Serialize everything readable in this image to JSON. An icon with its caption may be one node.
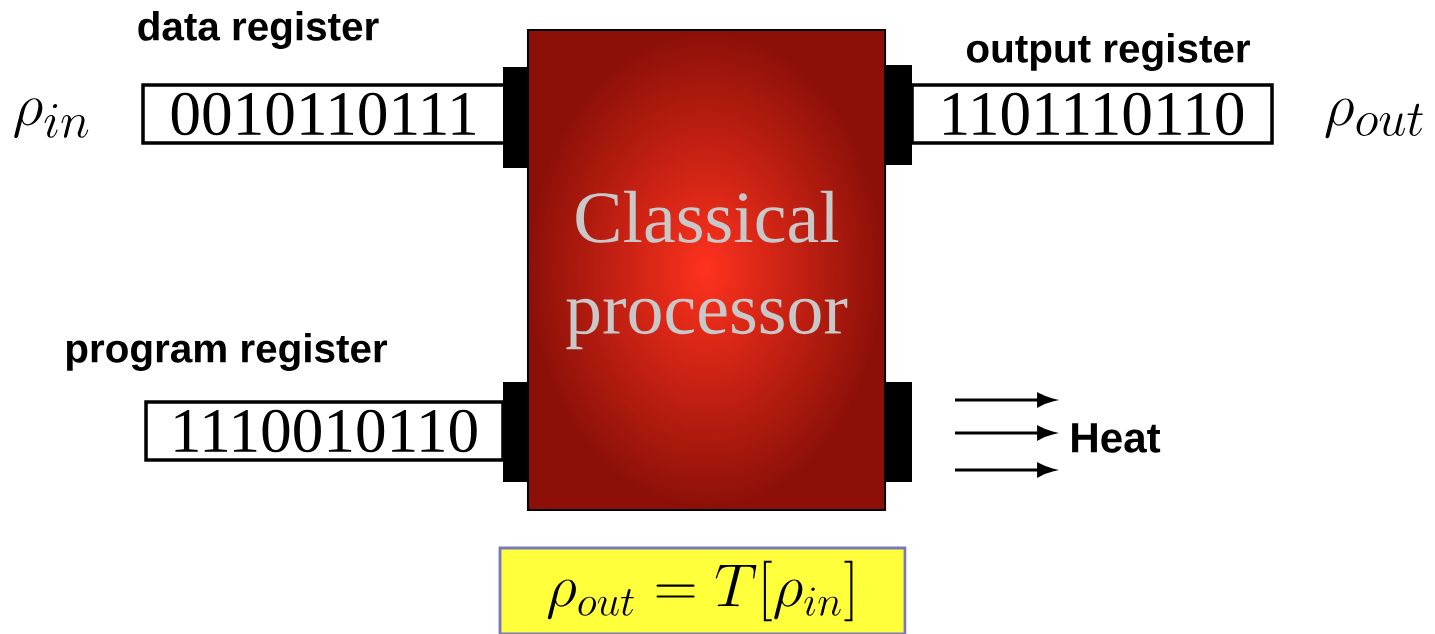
{
  "diagram": {
    "nodes": [
      {
        "text": [
          "data register",
          "0010110111"
        ]
      },
      {
        "text": [
          "Classical processor"
        ]
      },
      {
        "text": [
          "output register",
          "1101110110"
        ]
      },
      {
        "text": [
          "program register",
          "1110010110"
        ]
      },
      {
        "text": [
          "Heat"
        ]
      },
      {
        "text": [
          "\\rho_{out} = T[\\rho_{in}]"
        ]
      }
    ],
    "edges": [
      {
        "from": null,
        "to": 4,
        "arrow": "to"
      },
      {
        "from": null,
        "to": 4,
        "arrow": "to"
      },
      {
        "from": null,
        "to": 4,
        "arrow": "to"
      }
    ],
    "labels": [
      "\\rho_{in}",
      "\\rho_{out}"
    ]
  }
}
